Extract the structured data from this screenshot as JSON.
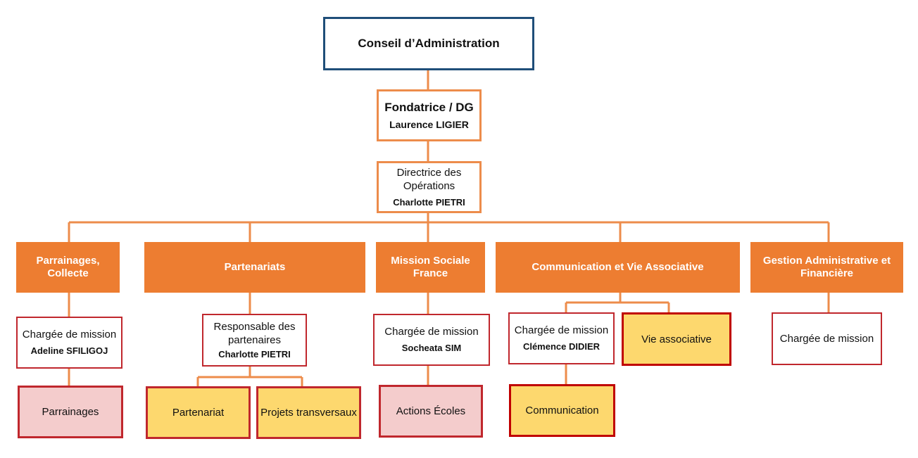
{
  "board": {
    "title": "Conseil d’Administration"
  },
  "ceo": {
    "title": "Fondatrice / DG",
    "name": "Laurence LIGIER"
  },
  "ops": {
    "title": "Directrice des Opérations",
    "name": "Charlotte PIETRI"
  },
  "departments": {
    "parrainages": "Parrainages, Collecte",
    "partenariats": "Partenariats",
    "mission": "Mission Sociale France",
    "communication": "Communication et Vie Associative",
    "gestion": "Gestion Administrative et Financière"
  },
  "staff": {
    "parrainages": {
      "title": "Chargée de mission",
      "name": "Adeline SFILIGOJ"
    },
    "partenariats": {
      "title": "Responsable des partenaires",
      "name": "Charlotte PIETRI"
    },
    "mission": {
      "title": "Chargée de mission",
      "name": "Socheata SIM"
    },
    "communication": {
      "title": "Chargée de mission",
      "name": "Clémence DIDIER"
    },
    "gestion": {
      "title": "Chargée de mission"
    }
  },
  "activities": {
    "parrainages": "Parrainages",
    "partenariat": "Partenariat",
    "projets": "Projets transversaux",
    "actions": "Actions Écoles",
    "vie": "Vie associative",
    "communication": "Communication"
  },
  "colors": {
    "connector": "#ed8c4b",
    "department": "#ed7d31",
    "board_border": "#1f4e79",
    "red_border": "#c0272d",
    "yellow_fill": "#fdd86e",
    "pink_fill": "#f4cccc"
  }
}
